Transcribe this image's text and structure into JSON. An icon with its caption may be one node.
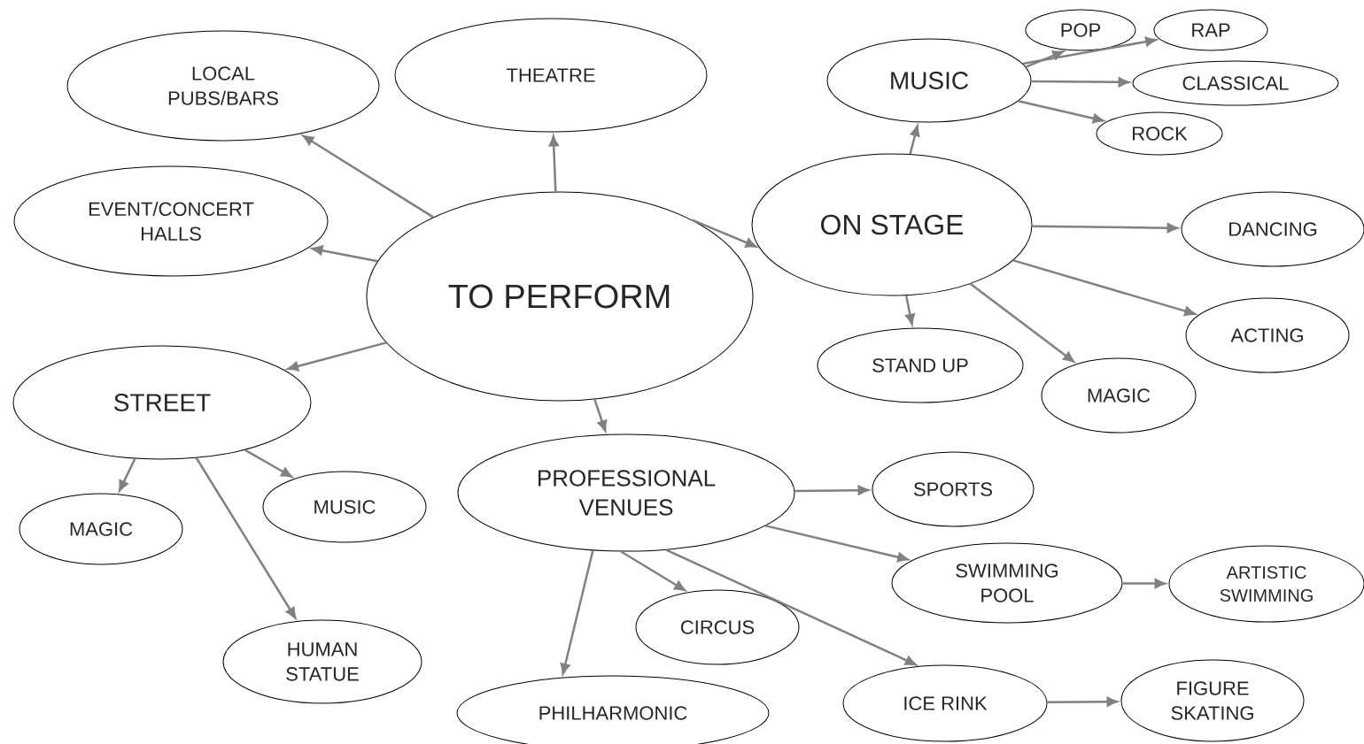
{
  "diagram": {
    "nodes": [
      {
        "text": [
          "TO PERFORM"
        ]
      },
      {
        "text": [
          "LOCAL PUBS/BARS"
        ]
      },
      {
        "text": [
          "THEATRE"
        ]
      },
      {
        "text": [
          "EVENT/CONCERT HALLS"
        ]
      },
      {
        "text": [
          "STREET"
        ]
      },
      {
        "text": [
          "MAGIC"
        ]
      },
      {
        "text": [
          "MUSIC"
        ]
      },
      {
        "text": [
          "HUMAN STATUE"
        ]
      },
      {
        "text": [
          "PROFESSIONAL VENUES"
        ]
      },
      {
        "text": [
          "ON STAGE"
        ]
      },
      {
        "text": [
          "MUSIC"
        ]
      },
      {
        "text": [
          "POP"
        ]
      },
      {
        "text": [
          "RAP"
        ]
      },
      {
        "text": [
          "CLASSICAL"
        ]
      },
      {
        "text": [
          "ROCK"
        ]
      },
      {
        "text": [
          "DANCING"
        ]
      },
      {
        "text": [
          "ACTING"
        ]
      },
      {
        "text": [
          "STAND UP"
        ]
      },
      {
        "text": [
          "MAGIC"
        ]
      },
      {
        "text": [
          "SPORTS"
        ]
      },
      {
        "text": [
          "SWIMMING POOL"
        ]
      },
      {
        "text": [
          "ARTISTIC SWIMMING"
        ]
      },
      {
        "text": [
          "CIRCUS"
        ]
      },
      {
        "text": [
          "PHILHARMONIC"
        ]
      },
      {
        "text": [
          "ICE RINK"
        ]
      },
      {
        "text": [
          "FIGURE SKATING"
        ]
      }
    ],
    "edges": [
      {
        "from": 0,
        "to": 1,
        "arrow": "to"
      },
      {
        "from": 0,
        "to": 2,
        "arrow": "to"
      },
      {
        "from": 0,
        "to": 3,
        "arrow": "to"
      },
      {
        "from": 0,
        "to": 4,
        "arrow": "to"
      },
      {
        "from": 0,
        "to": 8,
        "arrow": "to"
      },
      {
        "from": 0,
        "to": 9,
        "arrow": "to"
      },
      {
        "from": 4,
        "to": 5,
        "arrow": "to"
      },
      {
        "from": 4,
        "to": 6,
        "arrow": "to"
      },
      {
        "from": 4,
        "to": 7,
        "arrow": "to"
      },
      {
        "from": 9,
        "to": 10,
        "arrow": "to"
      },
      {
        "from": 10,
        "to": 11,
        "arrow": "to"
      },
      {
        "from": 10,
        "to": 12,
        "arrow": "to"
      },
      {
        "from": 10,
        "to": 13,
        "arrow": "to"
      },
      {
        "from": 10,
        "to": 14,
        "arrow": "to"
      },
      {
        "from": 9,
        "to": 15,
        "arrow": "to"
      },
      {
        "from": 9,
        "to": 16,
        "arrow": "to"
      },
      {
        "from": 9,
        "to": 17,
        "arrow": "to"
      },
      {
        "from": 9,
        "to": 18,
        "arrow": "to"
      },
      {
        "from": 8,
        "to": 19,
        "arrow": "to"
      },
      {
        "from": 8,
        "to": 20,
        "arrow": "to"
      },
      {
        "from": 20,
        "to": 21,
        "arrow": "to"
      },
      {
        "from": 8,
        "to": 22,
        "arrow": "to"
      },
      {
        "from": 8,
        "to": 23,
        "arrow": "to"
      },
      {
        "from": 8,
        "to": 24,
        "arrow": "to"
      },
      {
        "from": 24,
        "to": 25,
        "arrow": "to"
      }
    ]
  }
}
